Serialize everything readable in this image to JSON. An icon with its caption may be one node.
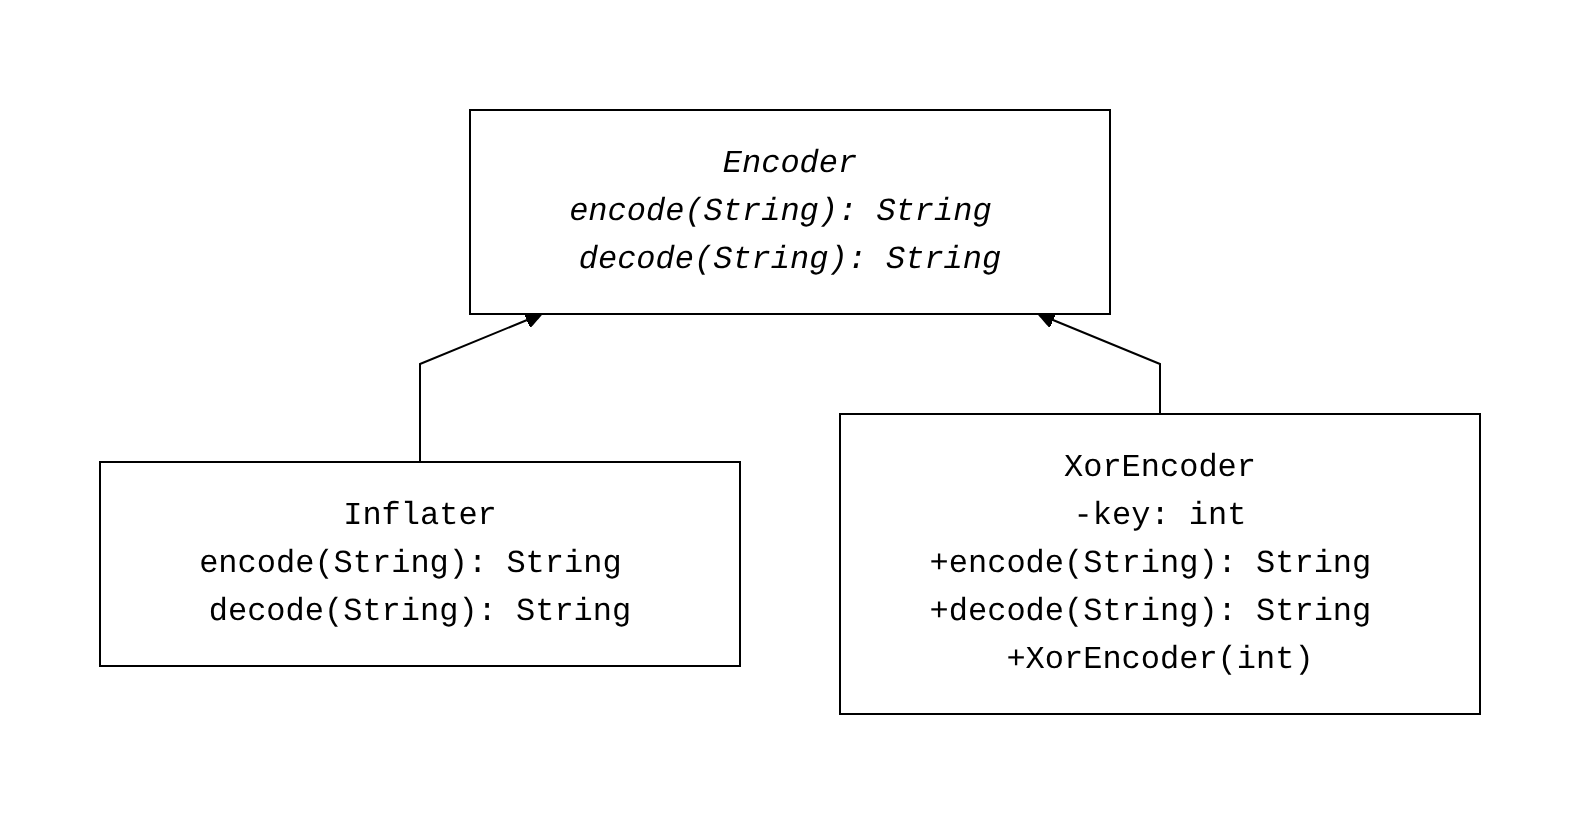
{
  "diagram": {
    "nodes": [
      {
        "text": [
          "Encoder",
          "encode(String): String decode(String): String"
        ]
      },
      {
        "text": [
          "Inflater",
          "encode(String): String decode(String): String"
        ]
      },
      {
        "text": [
          "XorEncoder",
          "-key: int",
          "+encode(String): String +decode(String): String +XorEncoder(int)"
        ]
      }
    ],
    "edges": [
      {
        "from": 1,
        "to": 0,
        "arrow": "to"
      },
      {
        "from": 2,
        "to": 0,
        "arrow": "to"
      }
    ]
  }
}
